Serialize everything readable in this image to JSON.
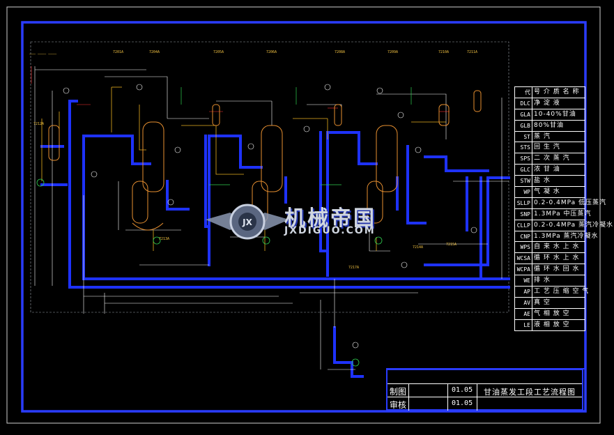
{
  "legend": {
    "header": {
      "code": "代",
      "desc": "号 介 质 名 称"
    },
    "rows": [
      {
        "code": "DLC",
        "desc": "净 淀 液"
      },
      {
        "code": "GLA",
        "desc": "10-40%甘油"
      },
      {
        "code": "GLB",
        "desc": "80%甘油"
      },
      {
        "code": "ST",
        "desc": "蒸 汽"
      },
      {
        "code": "STS",
        "desc": "回 生 汽"
      },
      {
        "code": "SPS",
        "desc": "二 次 蒸 汽"
      },
      {
        "code": "GLC",
        "desc": "浓 甘 油"
      },
      {
        "code": "STW",
        "desc": "盐 水"
      },
      {
        "code": "WP",
        "desc": "气 凝 水"
      },
      {
        "code": "SLLP",
        "desc": "0.2-0.4MPa 低压蒸汽"
      },
      {
        "code": "SNP",
        "desc": "1.3MPa 中压蒸汽"
      },
      {
        "code": "CLLP",
        "desc": "0.2-0.4MPa 蒸汽冷凝水"
      },
      {
        "code": "CNP",
        "desc": "1.3MPa 蒸汽冷凝水"
      },
      {
        "code": "WPS",
        "desc": "自 来 水 上 水"
      },
      {
        "code": "WCSA",
        "desc": "循 环 水 上 水"
      },
      {
        "code": "WCPA",
        "desc": "循 环 水 回 水"
      },
      {
        "code": "WE",
        "desc": "排 水"
      },
      {
        "code": "AP",
        "desc": "工 艺 压 缩 空 气"
      },
      {
        "code": "AV",
        "desc": "真 空"
      },
      {
        "code": "AE",
        "desc": "气 相 放 空"
      },
      {
        "code": "LE",
        "desc": "液 相 放 空"
      }
    ]
  },
  "title_block": {
    "drawn_label": "制图",
    "drawn_date": "01.05",
    "review_label": "审核",
    "review_date": "01.05",
    "drawing_title": "甘油蒸发工段工艺流程图"
  },
  "watermark": {
    "cn": "机械帝国",
    "en": "JXDIGUO.COM",
    "logo_letters": "JX"
  },
  "equipment_tags": [
    "7201A",
    "7204A",
    "7205A",
    "7206A",
    "7208A",
    "7209A",
    "7210A",
    "7211A",
    "7212A",
    "7213A",
    "7214A",
    "7215A",
    "7217A"
  ],
  "colors": {
    "frame": "#2a3cff",
    "pipe_main": "#1e32ff",
    "pipe_thin": "#ffffff",
    "line_yellow": "#e8b020",
    "line_green": "#30d050",
    "line_red": "#ff3030",
    "vessel": "#e89030"
  }
}
